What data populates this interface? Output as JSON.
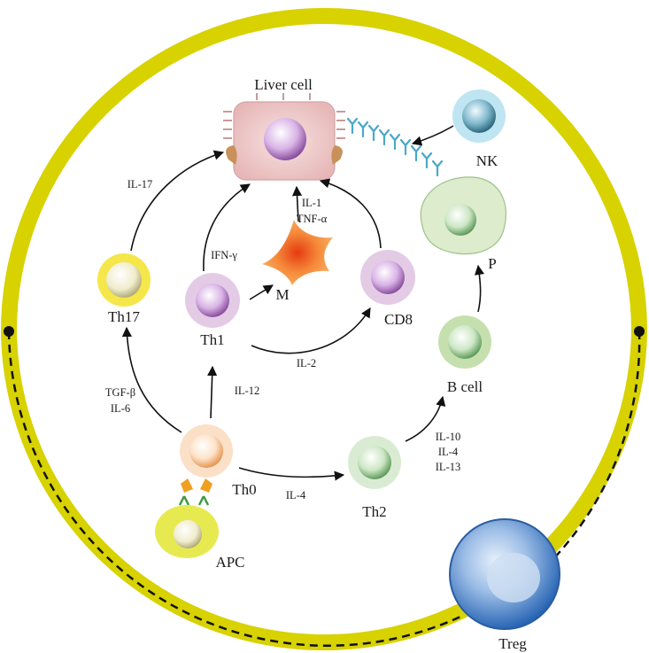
{
  "cells": {
    "liver": "Liver cell",
    "nk": "NK",
    "p": "P",
    "th17": "Th17",
    "th1": "Th1",
    "m": "M",
    "cd8": "CD8",
    "b_cell": "B cell",
    "th0": "Th0",
    "th2": "Th2",
    "apc": "APC",
    "treg": "Treg"
  },
  "cytokines": {
    "il17": "IL-17",
    "ifn": "IFN-γ",
    "il1": "IL-1",
    "tnf": "TNF-α",
    "il2": "IL-2",
    "il12": "IL-12",
    "tgf": "TGF-β",
    "il6": "IL-6",
    "il4_th0": "IL-4",
    "il10": "IL-10",
    "il4_b": "IL-4",
    "il13": "IL-13"
  },
  "colors": {
    "ring": "#d7d200",
    "arrow": "#111111",
    "antibody": "#4aa8c8"
  }
}
